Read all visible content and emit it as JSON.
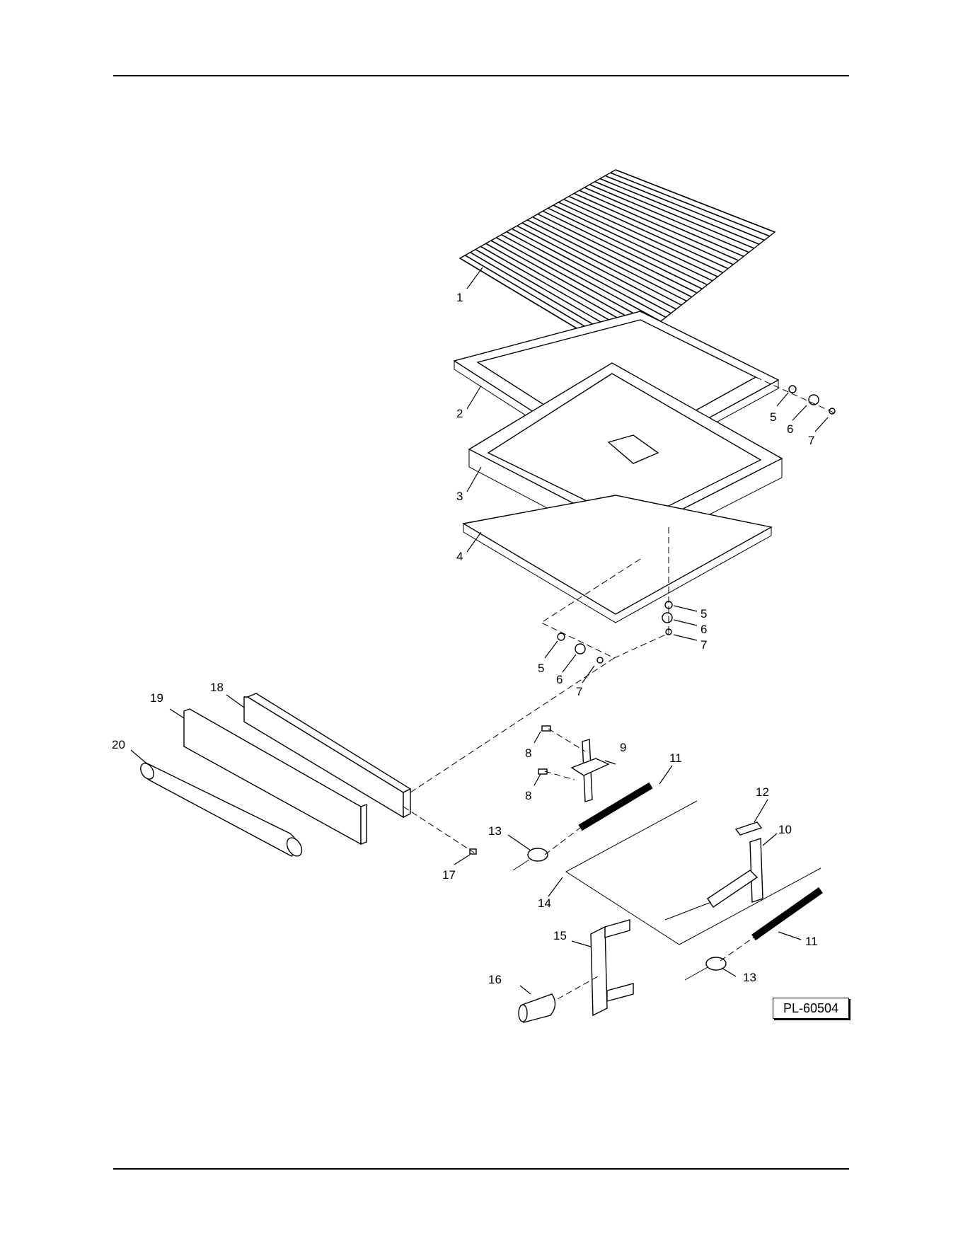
{
  "drawing_number": "PL-60504",
  "callouts": [
    "1",
    "2",
    "3",
    "4",
    "5",
    "5",
    "5",
    "6",
    "6",
    "6",
    "7",
    "7",
    "7",
    "8",
    "8",
    "9",
    "10",
    "11",
    "11",
    "12",
    "13",
    "13",
    "14",
    "15",
    "16",
    "17",
    "18",
    "19",
    "20"
  ]
}
